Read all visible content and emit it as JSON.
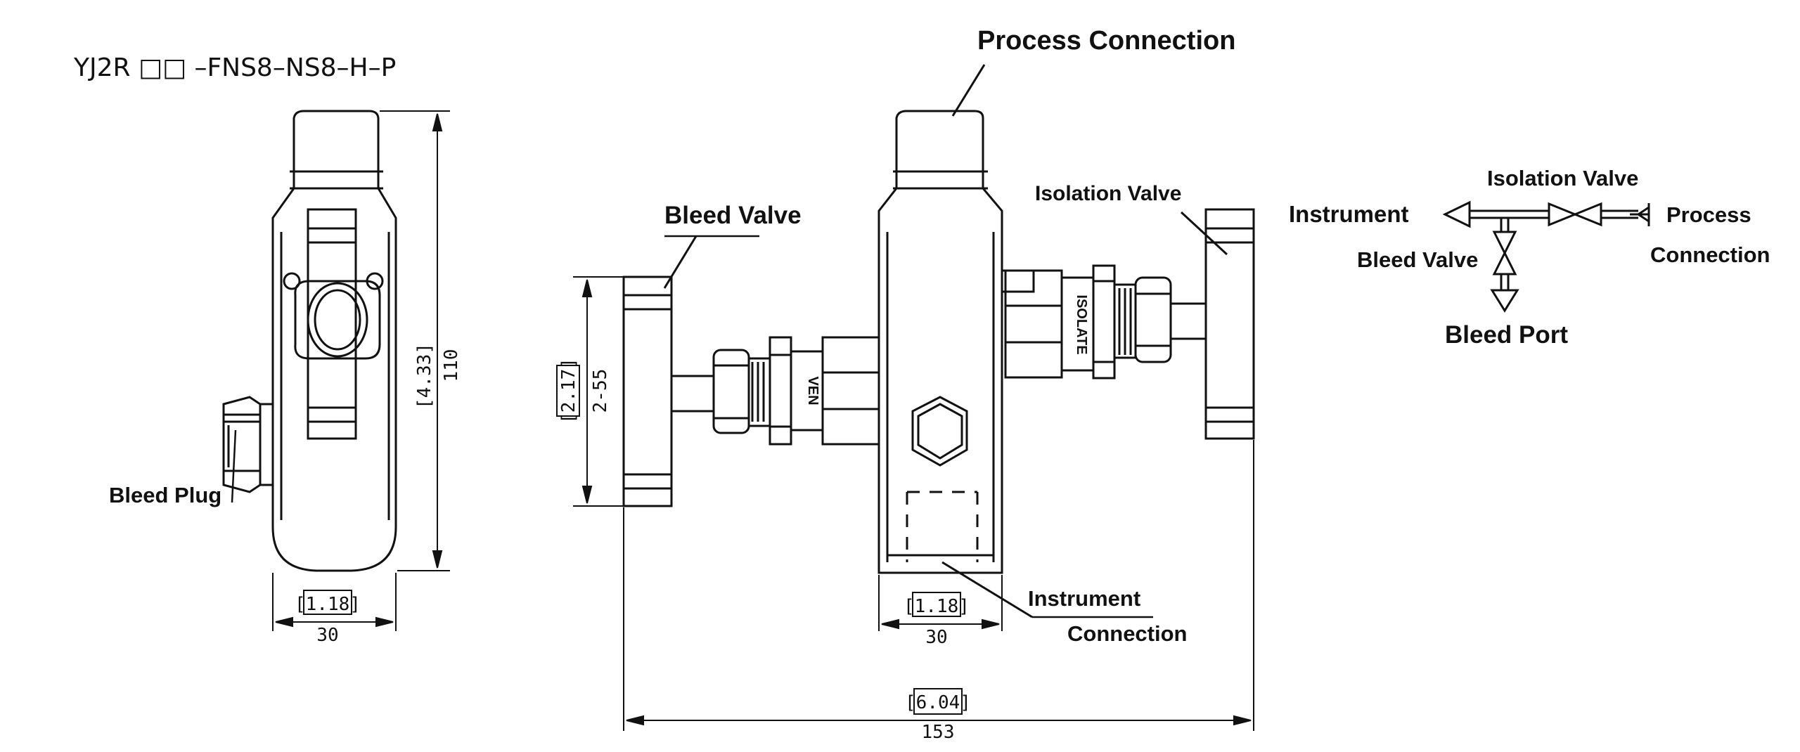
{
  "model_code": "YJ2R □□ –FNS8–NS8–H–P",
  "labels": {
    "process_connection": "Process Connection",
    "bleed_valve": "Bleed Valve",
    "isolation_valve": "Isolation Valve",
    "bleed_plug": "Bleed Plug",
    "instrument_connection_1": "Instrument",
    "instrument_connection_2": "Connection"
  },
  "dimensions": {
    "height_in": "[4.33]",
    "height_mm": "110",
    "width_left_in": "[1.18]",
    "width_left_mm": "30",
    "width_mid_in": "[1.18]",
    "width_mid_mm": "30",
    "handle_in": "[2.17]",
    "handle_mm": "2-55",
    "overall_in": "[6.04]",
    "overall_mm": "153"
  },
  "body_marking_left": "VEN",
  "body_marking_right": "ISOLATE",
  "schematic": {
    "isolation_valve": "Isolation Valve",
    "instrument": "Instrument",
    "process_1": "Process",
    "process_2": "Connection",
    "bleed_valve": "Bleed Valve",
    "bleed_port": "Bleed Port"
  }
}
